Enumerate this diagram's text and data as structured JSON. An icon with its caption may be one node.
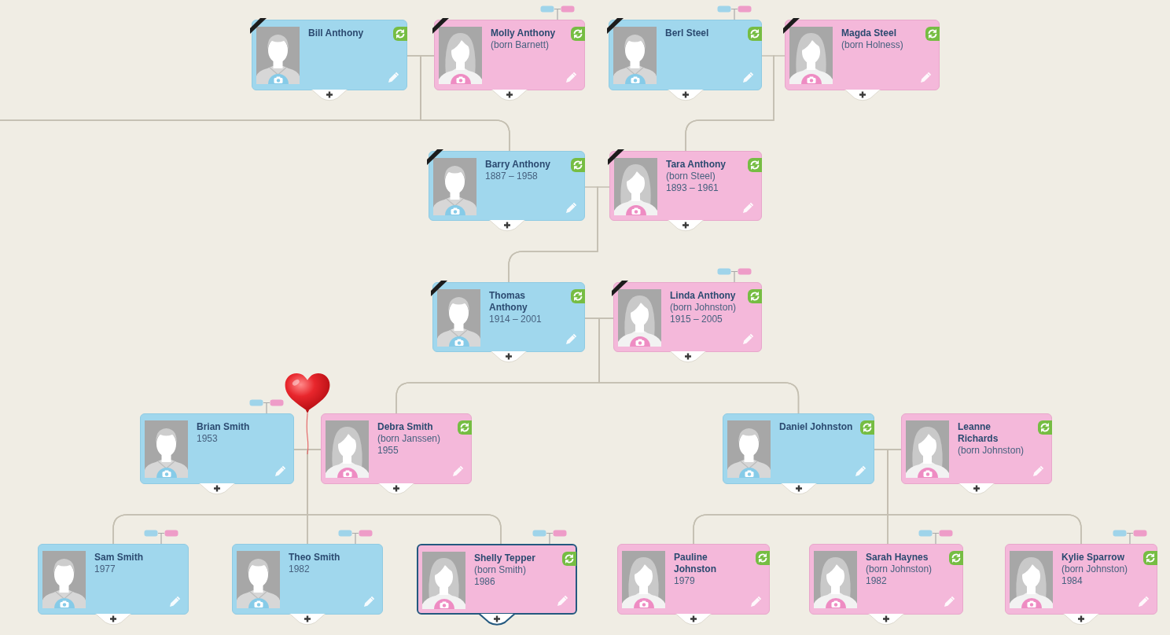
{
  "diagram": {
    "nodes": [
      {
        "text": [
          "Bill Anthony"
        ]
      },
      {
        "text": [
          "Molly Anthony",
          "(born Barnett)"
        ]
      },
      {
        "text": [
          "Berl Steel"
        ]
      },
      {
        "text": [
          "Magda Steel",
          "(born Holness)"
        ]
      },
      {
        "text": [
          "Barry Anthony",
          "1887 – 1958"
        ]
      },
      {
        "text": [
          "Tara Anthony",
          "(born Steel)",
          "1893 – 1961"
        ]
      },
      {
        "text": [
          "Thomas Anthony",
          "1914 – 2001"
        ]
      },
      {
        "text": [
          "Linda Anthony",
          "(born Johnston)",
          "1915 – 2005"
        ]
      },
      {
        "text": [
          "Brian Smith",
          "1953"
        ]
      },
      {
        "text": [
          "Debra Smith",
          "(born Janssen)",
          "1955"
        ]
      },
      {
        "text": [
          "Daniel Johnston"
        ]
      },
      {
        "text": [
          "Leanne Richards",
          "(born Johnston)"
        ]
      },
      {
        "text": [
          "Sam Smith",
          "1977"
        ]
      },
      {
        "text": [
          "Theo Smith",
          "1982"
        ]
      },
      {
        "text": [
          "Shelly Tepper",
          "(born Smith)",
          "1986"
        ]
      },
      {
        "text": [
          "Pauline Johnston",
          "1979"
        ]
      },
      {
        "text": [
          "Sarah Haynes",
          "(born Johnston)",
          "1982"
        ]
      },
      {
        "text": [
          "Kylie Sparrow",
          "(born Johnston)",
          "1984"
        ]
      }
    ],
    "edges": [
      {
        "from": 0,
        "to": 4,
        "arrow": "none"
      },
      {
        "from": 1,
        "to": 4,
        "arrow": "none"
      },
      {
        "from": 0,
        "to": null,
        "arrow": "none"
      },
      {
        "from": 1,
        "to": null,
        "arrow": "none"
      },
      {
        "from": 2,
        "to": 5,
        "arrow": "none"
      },
      {
        "from": 3,
        "to": 5,
        "arrow": "none"
      },
      {
        "from": 4,
        "to": 6,
        "arrow": "none"
      },
      {
        "from": 5,
        "to": 6,
        "arrow": "none"
      },
      {
        "from": 6,
        "to": 9,
        "arrow": "none"
      },
      {
        "from": 7,
        "to": 9,
        "arrow": "none"
      },
      {
        "from": 6,
        "to": 10,
        "arrow": "none"
      },
      {
        "from": 7,
        "to": 10,
        "arrow": "none"
      },
      {
        "from": 8,
        "to": 12,
        "arrow": "none"
      },
      {
        "from": 9,
        "to": 12,
        "arrow": "none"
      },
      {
        "from": 8,
        "to": 13,
        "arrow": "none"
      },
      {
        "from": 9,
        "to": 13,
        "arrow": "none"
      },
      {
        "from": 8,
        "to": 14,
        "arrow": "none"
      },
      {
        "from": 9,
        "to": 14,
        "arrow": "none"
      },
      {
        "from": 10,
        "to": 15,
        "arrow": "none"
      },
      {
        "from": 11,
        "to": 15,
        "arrow": "none"
      },
      {
        "from": 10,
        "to": 16,
        "arrow": "none"
      },
      {
        "from": 11,
        "to": 16,
        "arrow": "none"
      },
      {
        "from": 10,
        "to": 17,
        "arrow": "none"
      },
      {
        "from": 11,
        "to": 17,
        "arrow": "none"
      }
    ]
  }
}
